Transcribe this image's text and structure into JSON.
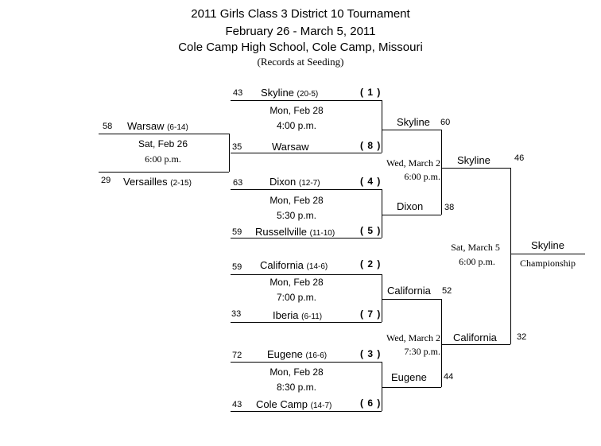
{
  "header": {
    "title": "2011 Girls Class 3 District 10 Tournament",
    "dates": "February 26 - March 5, 2011",
    "location": "Cole Camp High School, Cole Camp, Missouri",
    "note": "(Records at Seeding)"
  },
  "play_in": {
    "top": {
      "score": "58",
      "team": "Warsaw",
      "record": "(6-14)"
    },
    "bottom": {
      "score": "29",
      "team": "Versailles",
      "record": "(2-15)"
    },
    "day": "Sat, Feb 26",
    "time": "6:00 p.m."
  },
  "quarterfinals": [
    {
      "top": {
        "score": "43",
        "team": "Skyline",
        "record": "(20-5)",
        "seed": "( 1 )"
      },
      "bottom": {
        "score": "35",
        "team": "Warsaw",
        "record": "",
        "seed": "( 8 )"
      },
      "day": "Mon, Feb 28",
      "time": "4:00 p.m."
    },
    {
      "top": {
        "score": "63",
        "team": "Dixon",
        "record": "(12-7)",
        "seed": "( 4 )"
      },
      "bottom": {
        "score": "59",
        "team": "Russellville",
        "record": "(11-10)",
        "seed": "( 5 )"
      },
      "day": "Mon, Feb 28",
      "time": "5:30 p.m."
    },
    {
      "top": {
        "score": "59",
        "team": "California",
        "record": "(14-6)",
        "seed": "( 2 )"
      },
      "bottom": {
        "score": "33",
        "team": "Iberia",
        "record": "(6-11)",
        "seed": "( 7 )"
      },
      "day": "Mon, Feb 28",
      "time": "7:00 p.m."
    },
    {
      "top": {
        "score": "72",
        "team": "Eugene",
        "record": "(16-6)",
        "seed": "( 3 )"
      },
      "bottom": {
        "score": "43",
        "team": "Cole Camp",
        "record": "(14-7)",
        "seed": "( 6 )"
      },
      "day": "Mon, Feb 28",
      "time": "8:30 p.m."
    }
  ],
  "semifinals": [
    {
      "top": {
        "team": "Skyline",
        "score": "60"
      },
      "bottom": {
        "team": "Dixon",
        "score": "38"
      },
      "day": "Wed, March 2",
      "time": "6:00 p.m."
    },
    {
      "top": {
        "team": "California",
        "score": "52"
      },
      "bottom": {
        "team": "Eugene",
        "score": "44"
      },
      "day": "Wed, March 2",
      "time": "7:30 p.m."
    }
  ],
  "final": {
    "top": {
      "team": "Skyline",
      "score": "46"
    },
    "bottom": {
      "team": "California",
      "score": "32"
    },
    "day": "Sat, March 5",
    "time": "6:00 p.m."
  },
  "champion": {
    "team": "Skyline",
    "label": "Championship"
  }
}
